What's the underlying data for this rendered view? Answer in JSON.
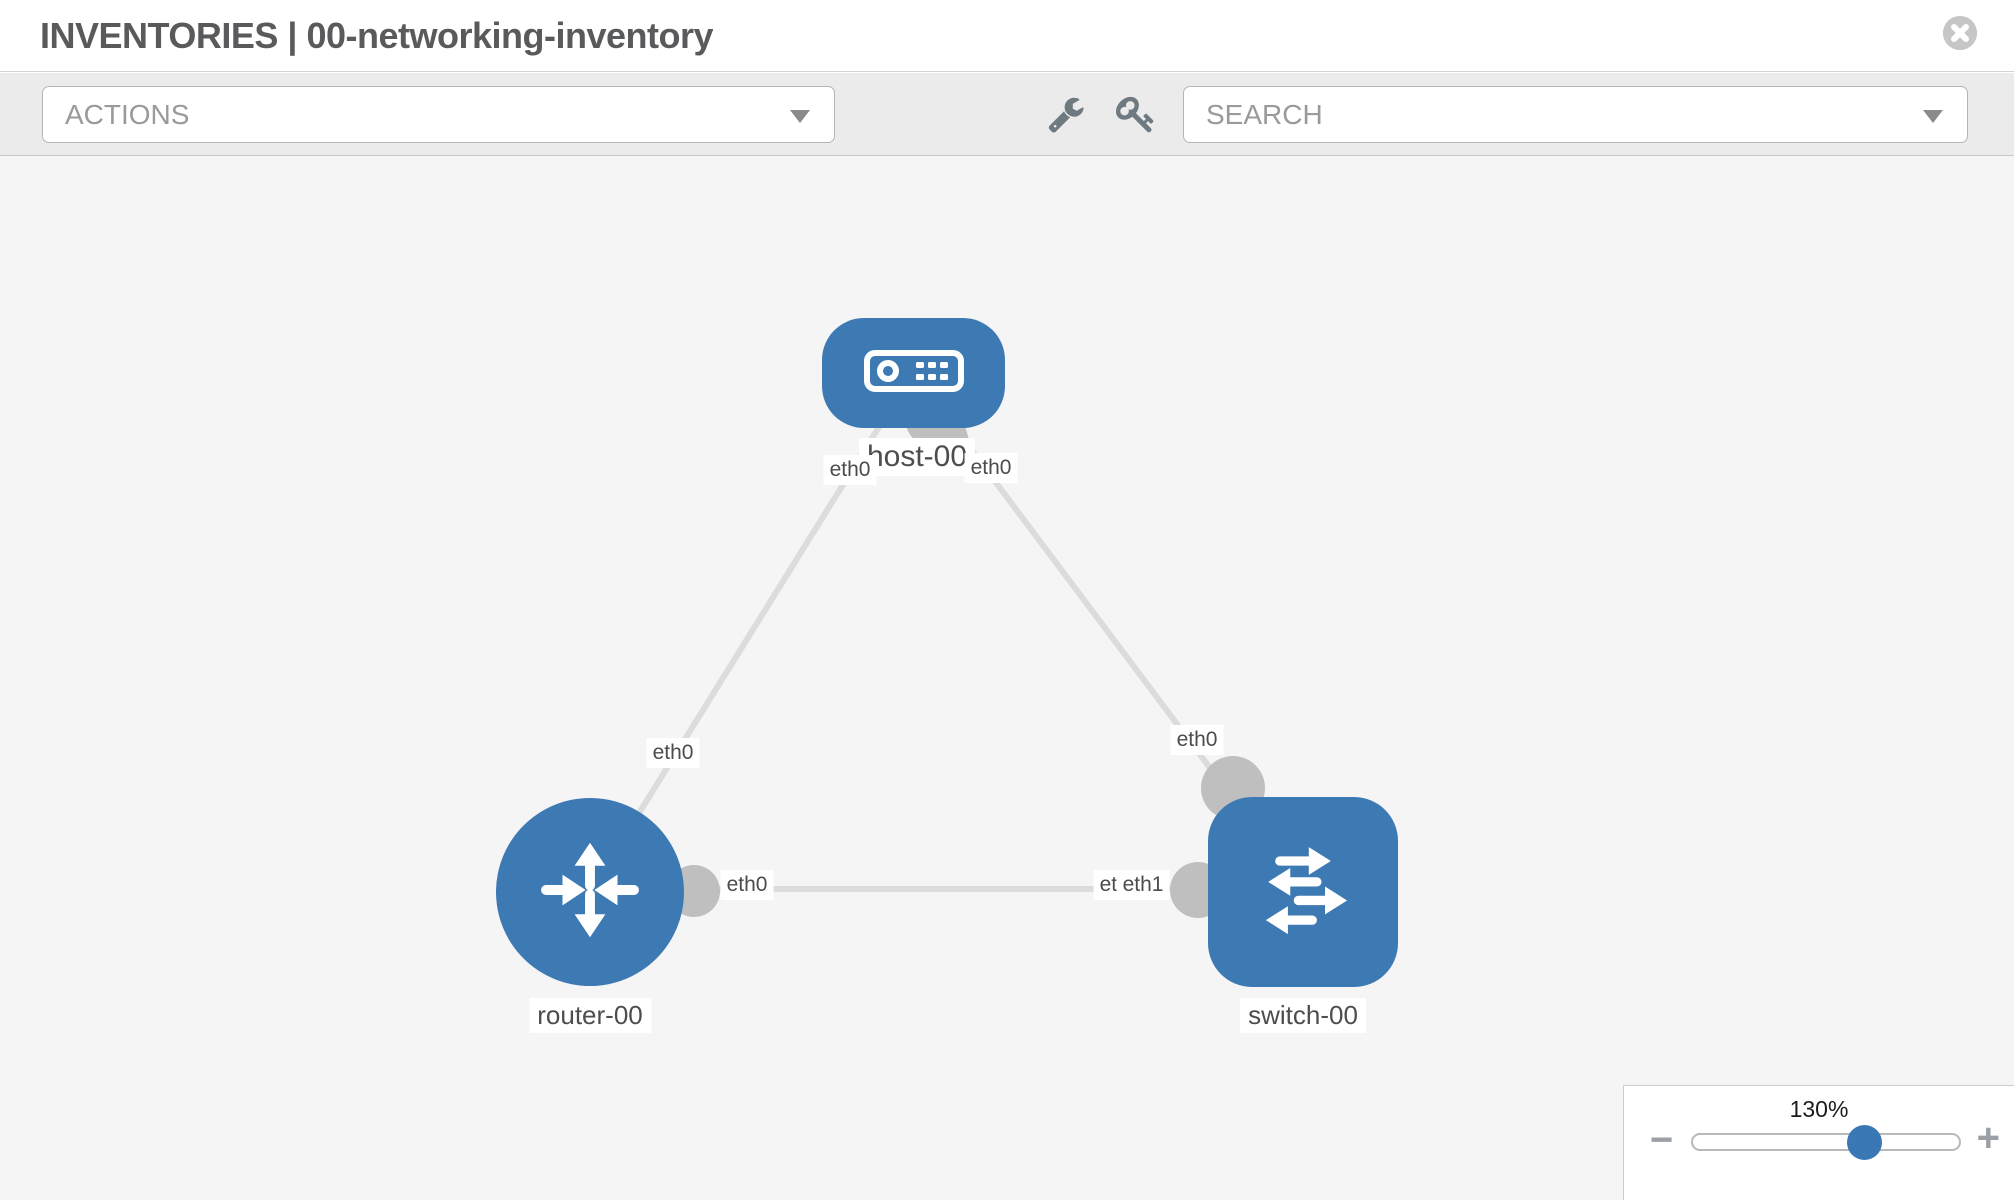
{
  "header": {
    "title": "INVENTORIES | 00-networking-inventory"
  },
  "toolbar": {
    "actions_label": "ACTIONS",
    "search_label": "SEARCH",
    "tool_icons": [
      "wrench",
      "key"
    ]
  },
  "topology": {
    "nodes": [
      {
        "name": "host-00",
        "type": "host"
      },
      {
        "name": "router-00",
        "type": "router"
      },
      {
        "name": "switch-00",
        "type": "switch"
      }
    ],
    "links": [
      {
        "source": "host-00",
        "target": "router-00",
        "source_label": "eth0",
        "target_label": "eth0"
      },
      {
        "source": "host-00",
        "target": "switch-00",
        "source_label": "eth0",
        "target_label": "eth0"
      },
      {
        "source": "router-00",
        "target": "switch-00",
        "source_label": "eth0",
        "target_label": "eth1",
        "target_label_obscured": "eth0"
      }
    ]
  },
  "zoom": {
    "level": "130%",
    "minus": "−",
    "plus": "+"
  },
  "colors": {
    "node_blue": "#3d7ab4",
    "link_gray": "#dcdcdc",
    "endpoint_gray": "#bfbfbf",
    "icon_gray": "#6f7980"
  }
}
